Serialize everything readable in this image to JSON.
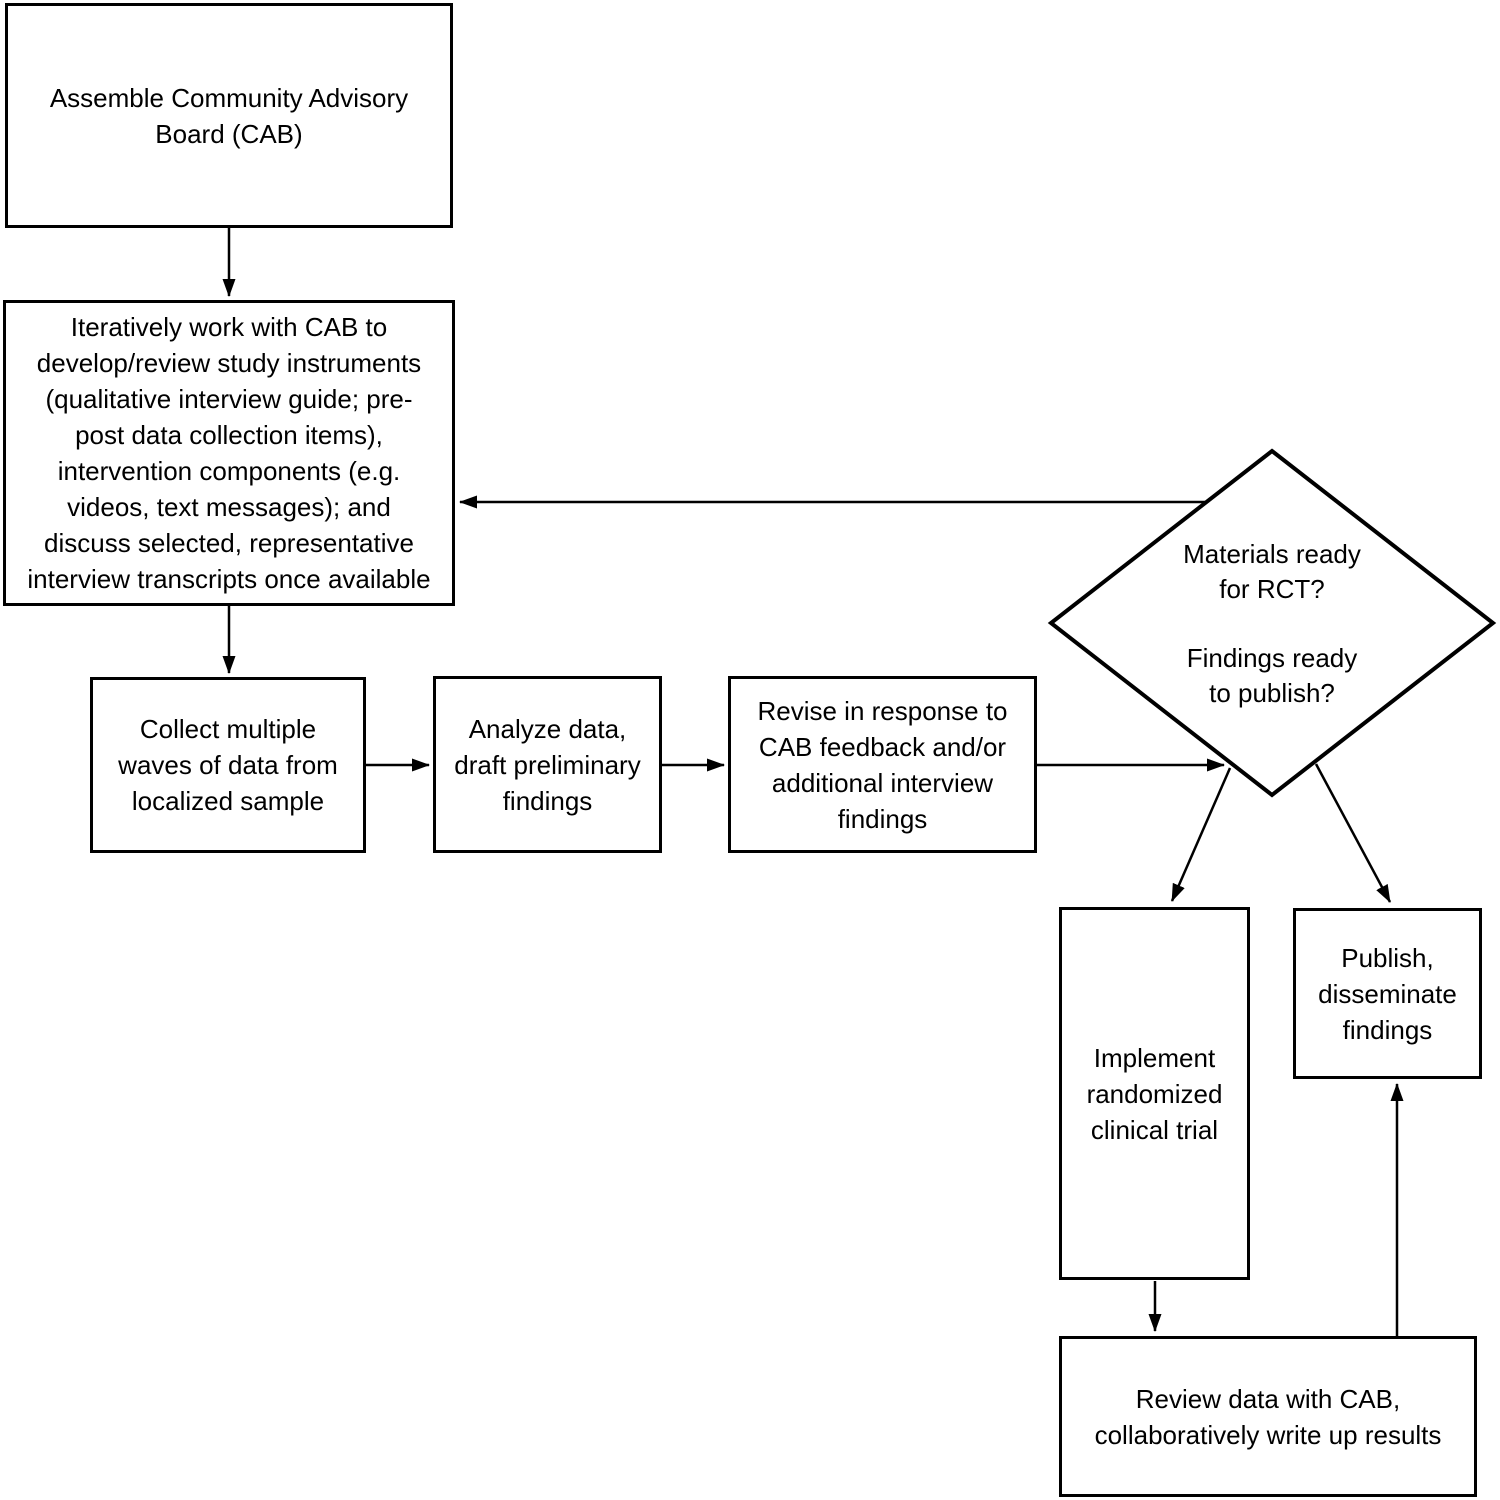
{
  "diagram": {
    "background_color": "#ffffff",
    "stroke_color": "#000000",
    "nodes": {
      "assemble": {
        "label": "Assemble Community Advisory\nBoard (CAB)"
      },
      "iterate": {
        "label": "Iteratively work with CAB to\ndevelop/review study instruments\n(qualitative interview guide; pre-\npost data collection items),\nintervention components (e.g.\nvideos, text messages); and\ndiscuss selected, representative\ninterview transcripts once available"
      },
      "collect": {
        "label": "Collect multiple\nwaves of data from\nlocalized sample"
      },
      "analyze": {
        "label": "Analyze data,\ndraft preliminary\nfindings"
      },
      "revise": {
        "label": "Revise in response to\nCAB feedback and/or\nadditional interview\nfindings"
      },
      "decision": {
        "line1": "Materials ready\nfor RCT?",
        "line2": "Findings ready\nto publish?"
      },
      "implement": {
        "label": "Implement\nrandomized\nclinical trial"
      },
      "publish": {
        "label": "Publish,\ndisseminate\nfindings"
      },
      "review": {
        "label": "Review data with CAB,\ncollaboratively write up results"
      }
    }
  }
}
